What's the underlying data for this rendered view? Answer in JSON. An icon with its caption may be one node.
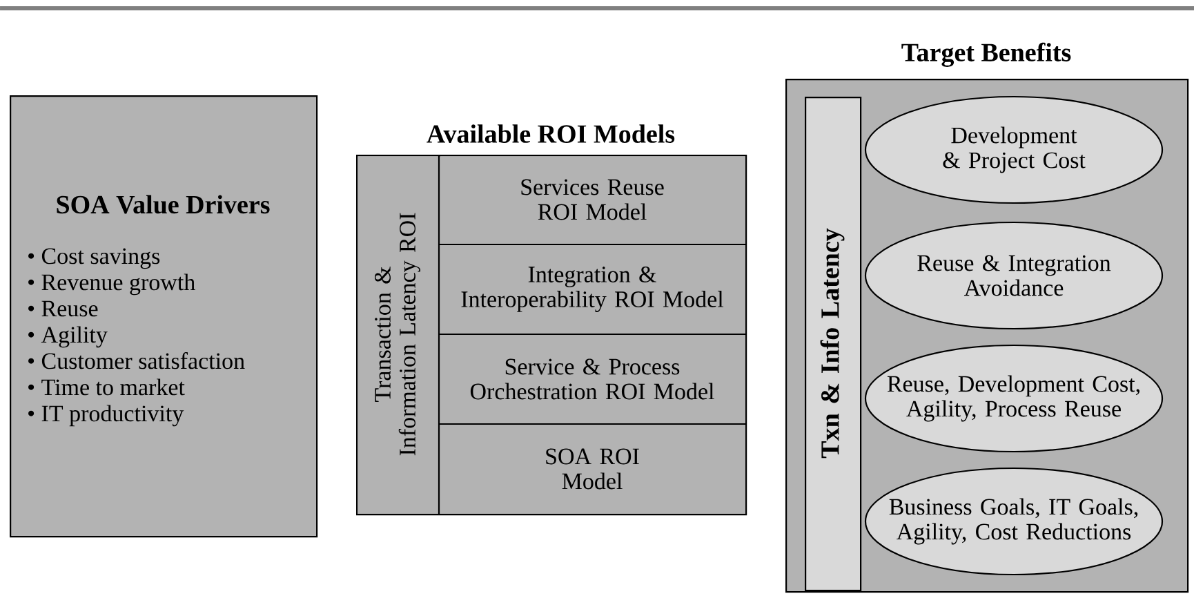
{
  "diagram": {
    "nodes": [
      {
        "text": [
          "SOA Value Drivers",
          "• Cost savings",
          "• Revenue growth",
          "• Reuse",
          "• Agility",
          "• Customer satisfaction",
          "• Time to market",
          "• IT productivity"
        ]
      },
      {
        "text": [
          "Available ROI Models"
        ]
      },
      {
        "text": [
          "Transaction & Information Latency ROI"
        ],
        "in": 1
      },
      {
        "text": [
          "Services Reuse ROI Model"
        ],
        "in": 1
      },
      {
        "text": [
          "Integration & Interoperability ROI Model"
        ],
        "in": 1
      },
      {
        "text": [
          "Service & Process Orchestration ROI Model"
        ],
        "in": 1
      },
      {
        "text": [
          "SOA ROI Model"
        ],
        "in": 1
      },
      {
        "text": [
          "Target Benefits"
        ]
      },
      {
        "text": [
          "Txn & Info Latency"
        ],
        "in": 7
      },
      {
        "text": [
          "Development & Project Cost"
        ],
        "in": 7
      },
      {
        "text": [
          "Reuse & Integration Avoidance"
        ],
        "in": 7
      },
      {
        "text": [
          "Reuse, Development Cost, Agility, Process Reuse"
        ],
        "in": 7
      },
      {
        "text": [
          "Business Goals, IT Goals, Agility, Cost Reductions"
        ],
        "in": 7
      }
    ],
    "edges": []
  }
}
